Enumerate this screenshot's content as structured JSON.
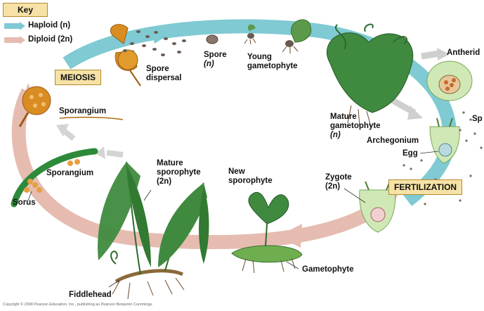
{
  "key": {
    "title": "Key",
    "haploid_label": "Haploid (n)",
    "diploid_label": "Diploid (2n)",
    "haploid_color": "#7fcad3",
    "diploid_color": "#e6bcb1"
  },
  "stages": {
    "meiosis": "MEIOSIS",
    "fertilization": "FERTILIZATION"
  },
  "labels": {
    "spore_dispersal_1": "Spore",
    "spore_dispersal_2": "dispersal",
    "spore_1": "Spore",
    "spore_2": "(n)",
    "young_gametophyte_1": "Young",
    "young_gametophyte_2": "gametophyte",
    "antheridium": "Antherid",
    "sperm": "Sp",
    "mature_gametophyte_1": "Mature",
    "mature_gametophyte_2": "gametophyte",
    "mature_gametophyte_3": "(n)",
    "archegonium": "Archegonium",
    "egg": "Egg",
    "zygote_1": "Zygote",
    "zygote_2": "(2n)",
    "new_sporophyte_1": "New",
    "new_sporophyte_2": "sporophyte",
    "gametophyte": "Gametophyte",
    "mature_sporophyte_1": "Mature",
    "mature_sporophyte_2": "sporophyte",
    "mature_sporophyte_3": "(2n)",
    "sporangium_top": "Sporangium",
    "sporangium_left": "Sporangium",
    "sorus": "Sorus",
    "fiddlehead": "Fiddlehead"
  },
  "copyright": "Copyright © 2008 Pearson Education, Inc., publishing as Pearson Benjamin Cummings."
}
